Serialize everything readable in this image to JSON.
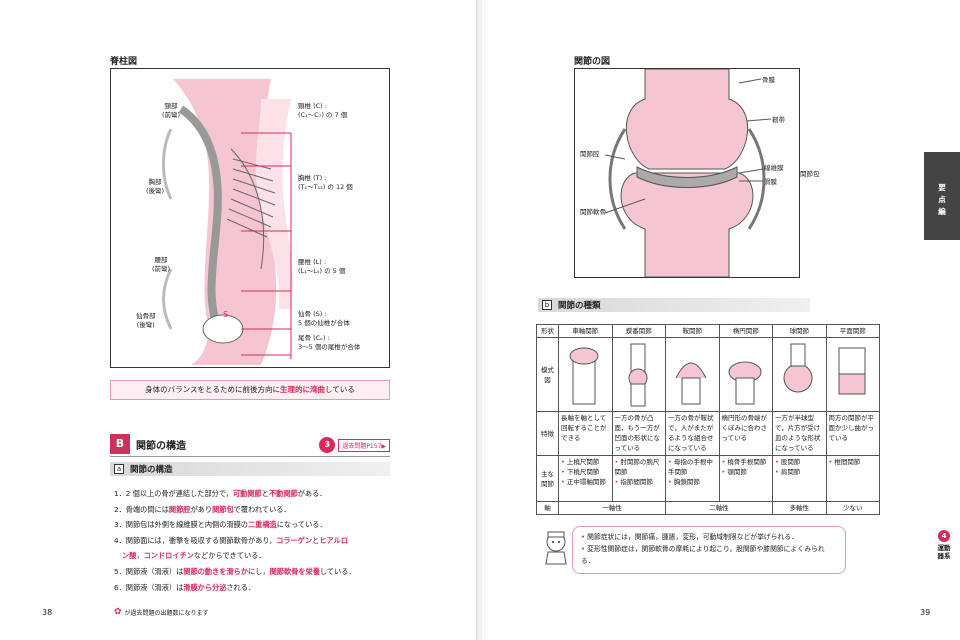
{
  "left": {
    "fig_title": "脊柱図",
    "regions": [
      {
        "name": "頸部",
        "sub": "(前彎)"
      },
      {
        "name": "胸部",
        "sub": "(後彎)"
      },
      {
        "name": "腰部",
        "sub": "(前彎)"
      },
      {
        "name": "仙骨部",
        "sub": "(後彎)"
      }
    ],
    "vertebrae": [
      {
        "line1": "頸椎 (C) :",
        "line2": "(C₁〜C₇) の 7 個"
      },
      {
        "line1": "胸椎 (T) :",
        "line2": "(T₁〜T₁₂) の 12 個"
      },
      {
        "line1": "腰椎 (L) :",
        "line2": "(L₁〜L₅) の 5 個"
      },
      {
        "line1": "仙骨 (S) :",
        "line2": "5 個の仙椎が合体"
      },
      {
        "line1": "尾骨 (Cₒ) :",
        "line2": "3〜5 個の尾椎が合体"
      }
    ],
    "spine_mark": "S",
    "caption": {
      "pre": "身体のバランスをとるために前後方向に",
      "emph": "生理的に湾曲",
      "post": "している"
    },
    "section_b": {
      "badge": "B",
      "title": "関節の構造",
      "ref_num": "3",
      "ref_tag": "過去問題P157▶"
    },
    "sub_a": {
      "box": "a",
      "title": "関節の構造"
    },
    "list": [
      {
        "n": "1．",
        "a": "2 個以上の骨が連結した部分で，",
        "b": "可動関節",
        "c": "と",
        "d": "不動関節",
        "e": "がある．"
      },
      {
        "n": "2．",
        "a": "骨端の間には",
        "b": "関節腔",
        "c": "があり",
        "d": "関節包",
        "e": "で覆われている．"
      },
      {
        "n": "3．",
        "a": "関節包は外側を線維膜と内側の滑膜の",
        "b": "二重構造",
        "c": "になっている．",
        "d": "",
        "e": ""
      },
      {
        "n": "4．",
        "a": "関節面には，衝撃を吸収する関節軟骨があり，",
        "b": "コラーゲン",
        "c": "と",
        "d": "ヒアルロ",
        "e": ""
      },
      {
        "n": "5．",
        "a": "関節液（滑液）は",
        "b": "関節の動きを滑らかに",
        "c": "し，",
        "d": "関節軟骨を栄養",
        "e": "している．"
      },
      {
        "n": "6．",
        "a": "関節液（滑液）は",
        "b": "滑膜から分泌",
        "c": "される．",
        "d": "",
        "e": ""
      }
    ],
    "list4_cont": {
      "a": "ン酸",
      "b": "，",
      "c": "コンドロイチン",
      "d": "などからできている．"
    },
    "page_number": "38",
    "footer_note": "が過去問題の出題数になります"
  },
  "right": {
    "fig_title": "関節の図",
    "joint_labels": [
      "骨膜",
      "靭帯",
      "関節腔",
      "線維膜",
      "滑膜",
      "関節包",
      "関節軟骨"
    ],
    "sub_b": {
      "box": "b",
      "title": "関節の種類"
    },
    "table": {
      "headers": [
        "形状",
        "車軸関節",
        "蝶番関節",
        "鞍関節",
        "楕円関節",
        "球関節",
        "平面関節"
      ],
      "row_pic_label": "模式図",
      "row_feat_label": "特徴",
      "features": [
        "長軸を軸として回転することができる",
        "一方の骨が凸面，もう一方が凹面の形状になっている",
        "一方の骨が鞍状で，人がまたがるような組合せになっている",
        "楕円形の骨端がくぼみに合わさっている",
        "一方が半球型で，片方が受け皿のような形状になっている",
        "両方の関節が平面か少し曲がっている"
      ],
      "row_ex_label": "主な関節",
      "examples": [
        [
          "上橈尺関節",
          "下橈尺関節",
          "正中環軸関節"
        ],
        [
          "肘関節の腕尺関節",
          "指節間関節"
        ],
        [
          "母指の手根中手関節",
          "胸鎖関節"
        ],
        [
          "橈骨手根関節",
          "顎関節"
        ],
        [
          "股関節",
          "肩関節"
        ],
        [
          "椎間関節"
        ]
      ],
      "row_axis_label": "軸",
      "axis": [
        "一軸性",
        "二軸性",
        "多軸性",
        "少ない"
      ]
    },
    "notes": [
      "関節症状には，関節痛，腫脹，変形，可動域制限などが挙げられる．",
      "変形性関節症は，関節軟骨の摩耗により起こり，股関節や膝関節によくみられる．"
    ],
    "side_tab": [
      "要",
      "点",
      "編"
    ],
    "chapter_num": "4",
    "chapter_title": "運動器系",
    "page_number": "39"
  }
}
